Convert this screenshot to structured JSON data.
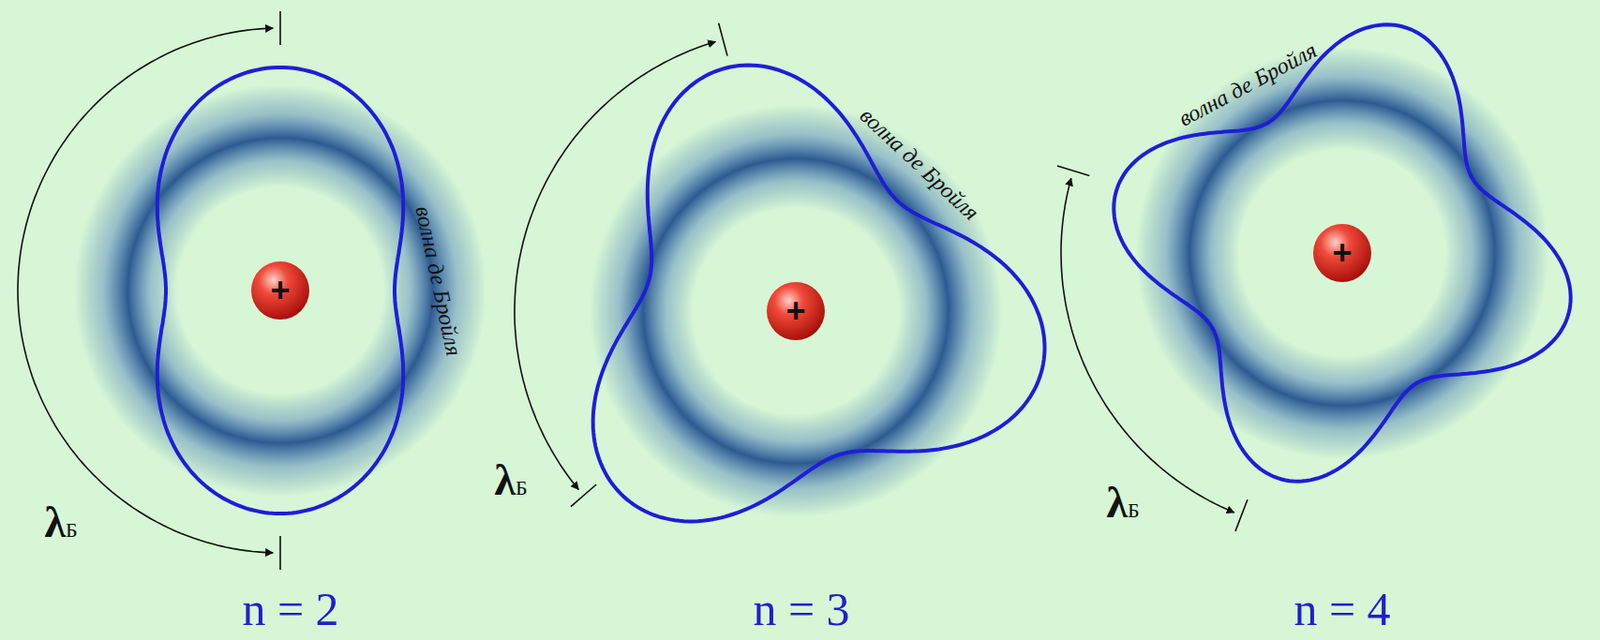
{
  "diagram": {
    "labels": [
      "волна де Бройля",
      "+",
      "λБ",
      "n = 2",
      "волна де Бройля",
      "+",
      "λБ",
      "n = 3",
      "волна де Бройля",
      "+",
      "λБ",
      "n = 4"
    ]
  }
}
